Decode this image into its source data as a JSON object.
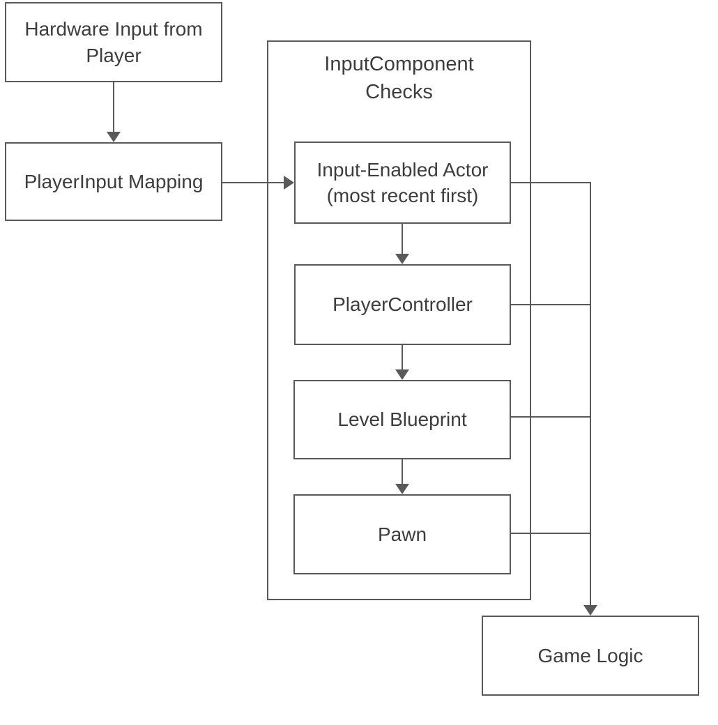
{
  "diagram": {
    "title": [
      "InputComponent",
      "Checks"
    ],
    "colors": {
      "line": "#595959",
      "text": "#3d3d3d",
      "background": "#ffffff"
    },
    "nodes": {
      "hardware_input": {
        "label": [
          "Hardware Input from",
          "Player"
        ]
      },
      "playerinput_mapping": {
        "label": "PlayerInput Mapping"
      },
      "input_enabled_actor": {
        "label": [
          "Input-Enabled Actor",
          "(most recent first)"
        ]
      },
      "playercontroller": {
        "label": "PlayerController"
      },
      "level_blueprint": {
        "label": "Level Blueprint"
      },
      "pawn": {
        "label": "Pawn"
      },
      "game_logic": {
        "label": "Game Logic"
      }
    },
    "edges": [
      {
        "from": "hardware_input",
        "to": "playerinput_mapping",
        "type": "arrow"
      },
      {
        "from": "playerinput_mapping",
        "to": "input_enabled_actor",
        "type": "arrow"
      },
      {
        "from": "input_enabled_actor",
        "to": "playercontroller",
        "type": "arrow"
      },
      {
        "from": "playercontroller",
        "to": "level_blueprint",
        "type": "arrow"
      },
      {
        "from": "level_blueprint",
        "to": "pawn",
        "type": "arrow"
      },
      {
        "from": "input_enabled_actor",
        "to": "game_logic",
        "type": "merge-arrow"
      },
      {
        "from": "playercontroller",
        "to": "game_logic",
        "type": "merge-arrow"
      },
      {
        "from": "level_blueprint",
        "to": "game_logic",
        "type": "merge-arrow"
      },
      {
        "from": "pawn",
        "to": "game_logic",
        "type": "merge-arrow"
      }
    ],
    "container_children": [
      "input_enabled_actor",
      "playercontroller",
      "level_blueprint",
      "pawn"
    ]
  }
}
